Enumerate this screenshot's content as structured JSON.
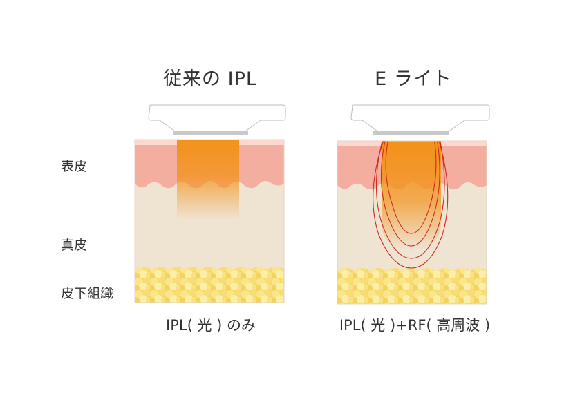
{
  "titles": {
    "left": "従来の IPL",
    "right": "E ライト"
  },
  "layer_labels": {
    "epidermis": "表皮",
    "dermis": "真皮",
    "subcutaneous": "皮下組織"
  },
  "captions": {
    "left": "IPL( 光 ) のみ",
    "right": "IPL( 光 )+RF( 高周波 )"
  },
  "colors": {
    "epidermis": "#f4aea0",
    "epidermis_top": "#fbd9d0",
    "dermis": "#efe3d2",
    "fat": "#f5d868",
    "fat_highlight": "#fbeea6",
    "light_beam": "#f39218",
    "rf_lines": "#cf2a1c",
    "device": "#ffffff",
    "device_outline": "#bbbbbb",
    "device_lens": "#c9c9c9"
  },
  "icons": {
    "left_device": "ipl-handpiece-icon",
    "right_device": "elight-handpiece-icon"
  }
}
